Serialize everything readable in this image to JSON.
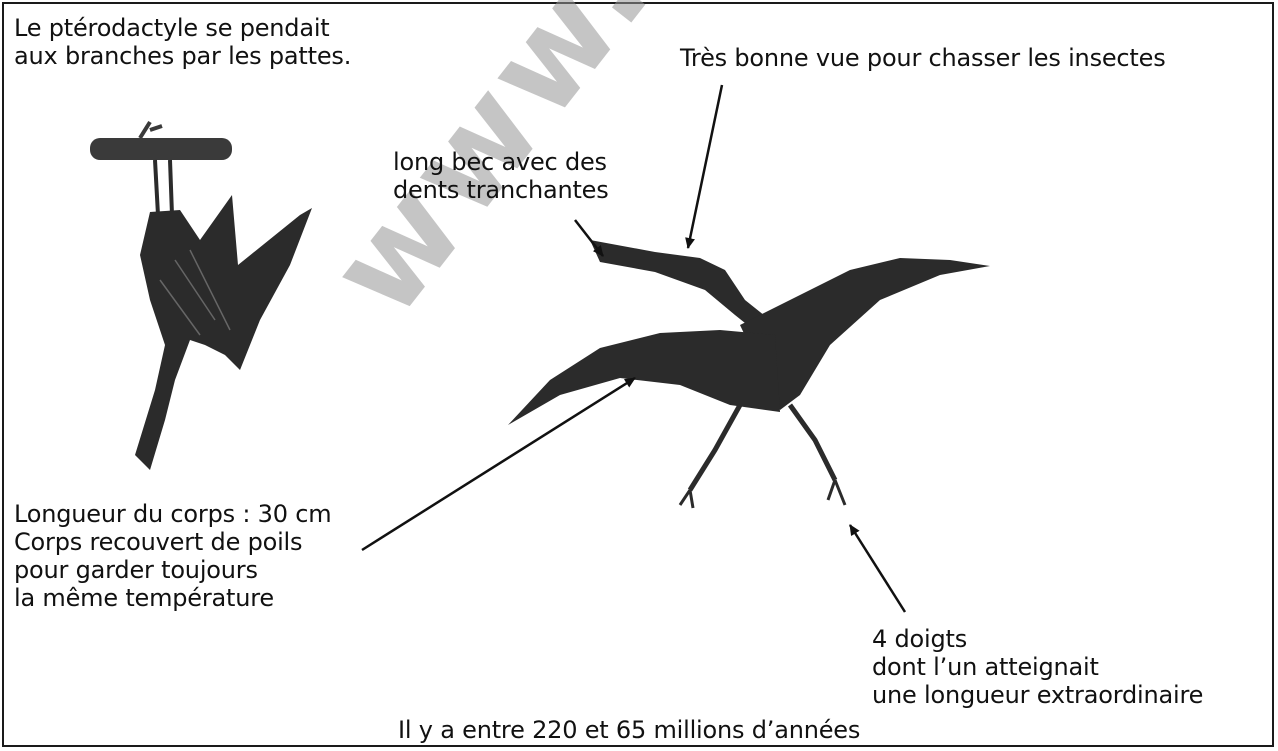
{
  "labels": {
    "hanging": [
      "Le ptérodactyle se pendait",
      "aux branches par les pattes."
    ],
    "vision": "Très bonne vue pour chasser les insectes",
    "beak": [
      "long bec avec des",
      "dents tranchantes"
    ],
    "body": [
      "Longueur du corps : 30 cm",
      "Corps recouvert de poils",
      "pour garder toujours",
      "la même température"
    ],
    "fingers": [
      "4 doigts",
      "dont l’un atteignait",
      "une longueur extraordinaire"
    ],
    "era": "Il y a entre 220 et 65 millions d’années"
  },
  "watermark": "www.ipr",
  "colors": {
    "ink": "#111111",
    "creature": "#2b2b2b",
    "watermark": "#9a9a9a"
  }
}
